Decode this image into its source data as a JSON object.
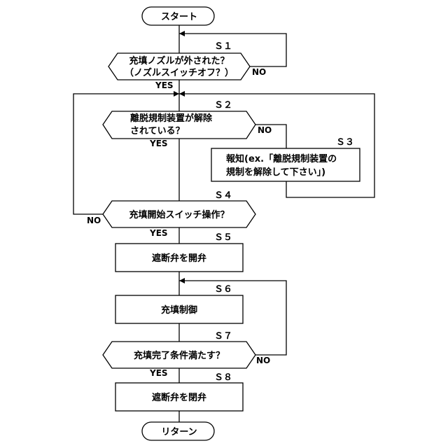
{
  "start": {
    "label": "スタート"
  },
  "end": {
    "label": "リターン"
  },
  "steps": {
    "s1": {
      "id": "Ｓ１",
      "line1": "充填ノズルが外された？",
      "line2": "（ノズルスイッチオフ？）",
      "yes": "YES",
      "no": "NO"
    },
    "s2": {
      "id": "Ｓ２",
      "line1": "離脱規制装置が解除",
      "line2": "されている？",
      "yes": "YES",
      "no": "NO"
    },
    "s3": {
      "id": "Ｓ３",
      "line1": "報知(ex.「離脱規制装置の",
      "line2": "規制を解除して下さい」)"
    },
    "s4": {
      "id": "Ｓ４",
      "line1": "充填開始スイッチ操作？",
      "yes": "YES",
      "no": "NO"
    },
    "s5": {
      "id": "Ｓ５",
      "line1": "遮断弁を開弁"
    },
    "s6": {
      "id": "Ｓ６",
      "line1": "充填制御"
    },
    "s7": {
      "id": "Ｓ７",
      "line1": "充填完了条件満たす？",
      "yes": "YES",
      "no": "NO"
    },
    "s8": {
      "id": "Ｓ８",
      "line1": "遮断弁を閉弁"
    }
  }
}
